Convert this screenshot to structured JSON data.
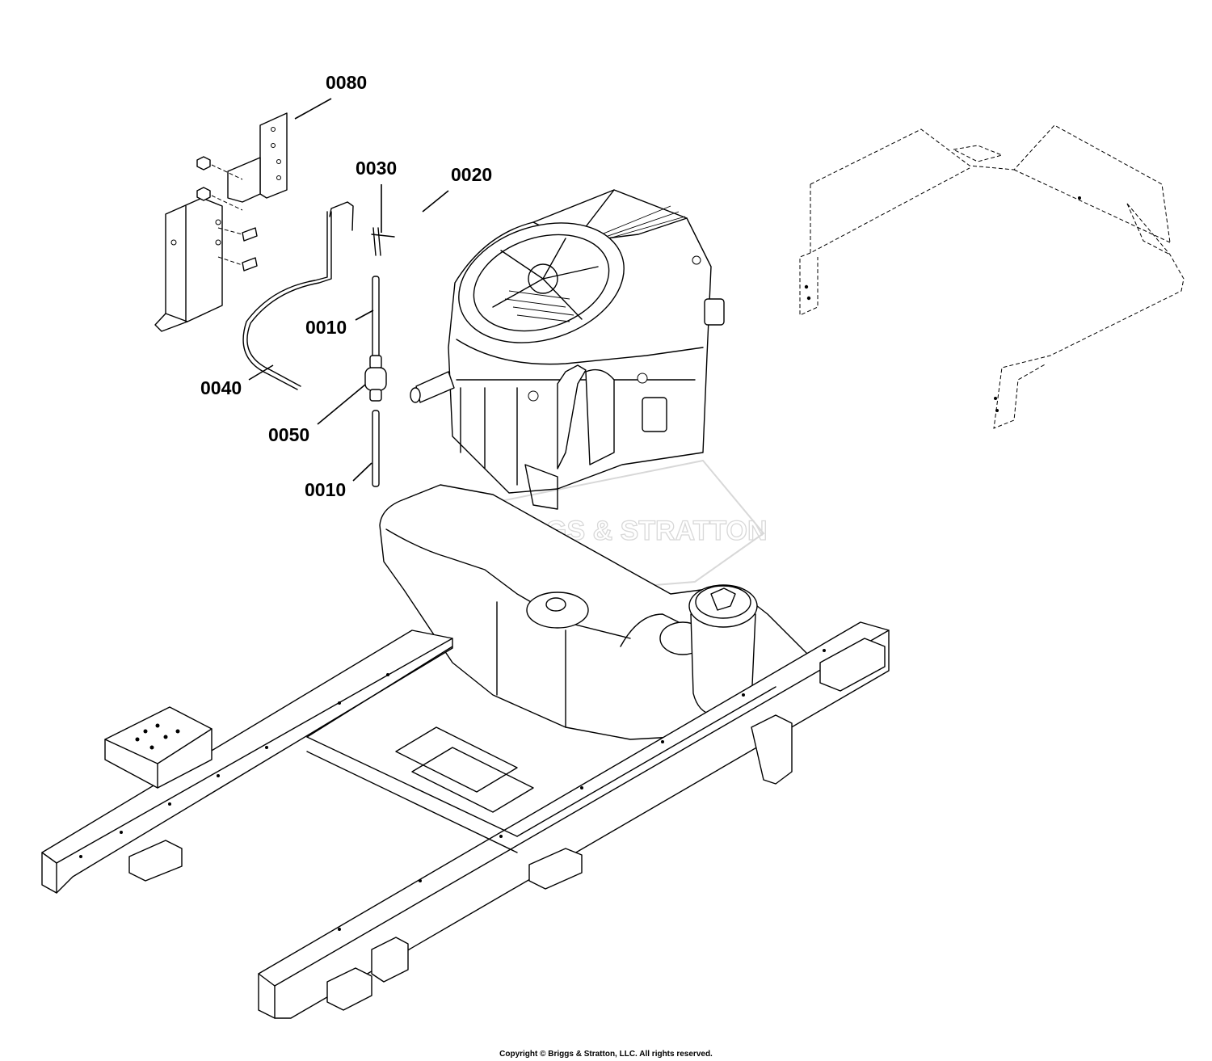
{
  "diagram": {
    "parts": [
      {
        "id": "0080"
      },
      {
        "id": "0030"
      },
      {
        "id": "0020"
      },
      {
        "id": "0010"
      },
      {
        "id": "0040"
      },
      {
        "id": "0050"
      },
      {
        "id": "0010"
      }
    ],
    "watermark": "BRIGGS & STRATTON",
    "copyright": "Copyright © Briggs & Stratton, LLC. All rights reserved."
  }
}
